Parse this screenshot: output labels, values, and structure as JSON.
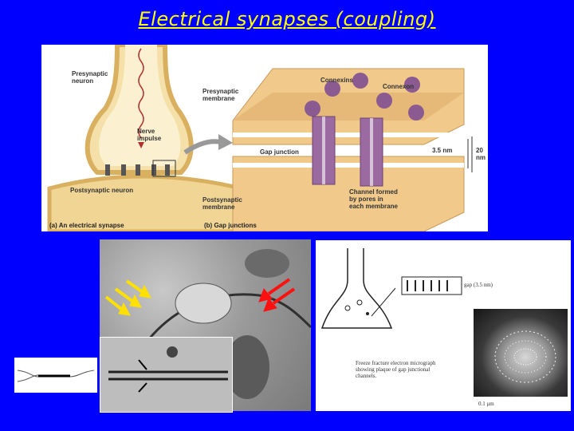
{
  "title": "Electrical synapses (coupling)",
  "fig_a": {
    "presynaptic_neuron": "Presynaptic\nneuron",
    "nerve_impulse": "Nerve\nimpulse",
    "postsynaptic_neuron": "Postsynaptic neuron",
    "caption": "(a) An electrical synapse"
  },
  "fig_b": {
    "connexins": "Connexins",
    "connexon": "Connexon",
    "presynaptic_membrane": "Presynaptic\nmembrane",
    "gap_junction": "Gap junction",
    "gap_width": "3.5 nm",
    "total_width": "20 nm",
    "channel": "Channel formed\nby pores in\neach membrane",
    "postsynaptic_membrane": "Postsynaptic\nmembrane",
    "caption": "(b) Gap junctions"
  },
  "diagram": {
    "gap_label": "gap (3.5 nm)",
    "freeze_caption": "Freeze fracture electron micrograph\nshowing plaque of gap junctional\nchannels.",
    "scale": "0.1 μm"
  },
  "colors": {
    "background": "#0000fe",
    "title": "#ffff00",
    "membrane": "#e9c27e",
    "channel": "#9a6aa0"
  }
}
